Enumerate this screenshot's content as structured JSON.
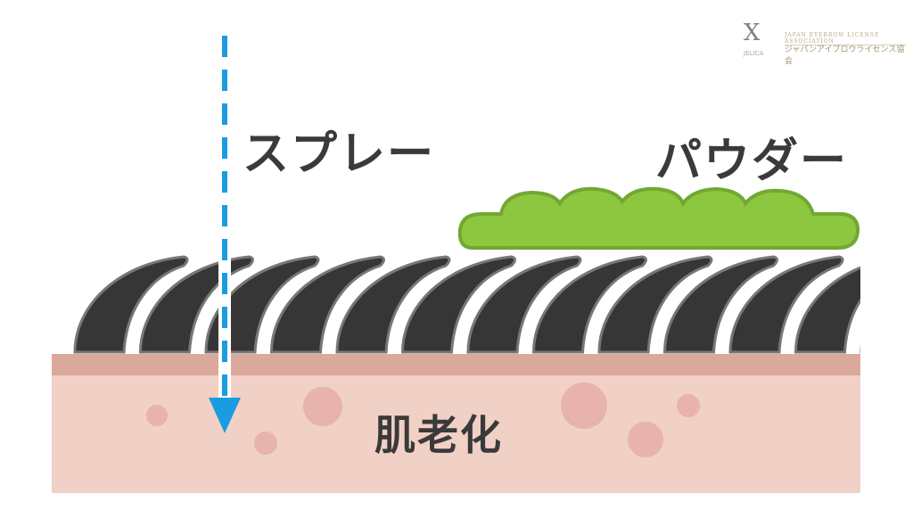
{
  "labels": {
    "spray": "スプレー",
    "powder": "パウダー",
    "skin_aging": "肌老化"
  },
  "logo": {
    "mark": "X",
    "abbr": "JELICA",
    "english": "JAPAN EYEBROW LICENSE ASSOCIATION",
    "japanese": "ジャパンアイブロウライセンス協会"
  },
  "colors": {
    "arrow": "#1b9ce2",
    "powder": "#8dc63f",
    "hair": "#363636",
    "skin_top": "#dba99b",
    "skin": "#f1d0c5"
  }
}
